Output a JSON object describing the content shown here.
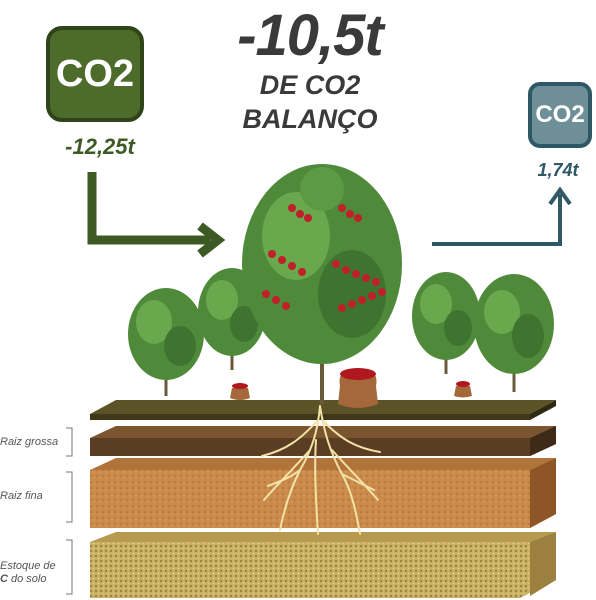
{
  "headline": {
    "value": "-10,5t",
    "line1": "DE CO2",
    "line2": "BALANÇO"
  },
  "emission": {
    "badge": "CO2",
    "value": "-12,25t",
    "color": "#4d6b2a"
  },
  "sequestration": {
    "badge": "CO2",
    "value": "1,74t",
    "color": "#2e5866"
  },
  "layers": {
    "coarse_root": "Raiz grossa",
    "fine_root": "Raiz fina",
    "soil_carbon_line1": "Estoque de",
    "soil_carbon_c": "C",
    "soil_carbon_line2": " do solo"
  },
  "icons": [
    "co2-badge-icon",
    "arrow-right-icon",
    "arrow-up-icon",
    "coffee-tree-icon",
    "coffee-sack-icon"
  ]
}
